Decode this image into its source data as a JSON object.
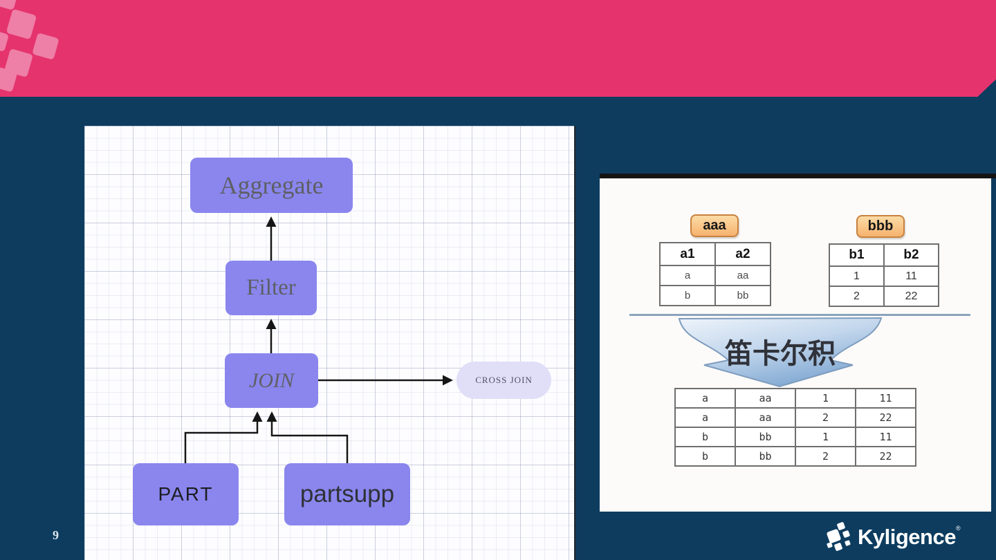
{
  "slide": {
    "page_number": "9",
    "brand": {
      "name": "Kyligence",
      "trademark": "®"
    }
  },
  "flowchart": {
    "nodes": {
      "aggregate": "Aggregate",
      "filter": "Filter",
      "join": "JOIN",
      "part": "PART",
      "partsupp": "partsupp",
      "cross_join": "CROSS JOIN"
    },
    "edges": [
      "filter->aggregate",
      "join->filter",
      "join->cross_join",
      "part->join",
      "partsupp->join"
    ]
  },
  "illustration": {
    "table_a": {
      "title": "aaa",
      "headers": [
        "a1",
        "a2"
      ],
      "rows": [
        [
          "a",
          "aa"
        ],
        [
          "b",
          "bb"
        ]
      ]
    },
    "table_b": {
      "title": "bbb",
      "headers": [
        "b1",
        "b2"
      ],
      "rows": [
        [
          "1",
          "11"
        ],
        [
          "2",
          "22"
        ]
      ]
    },
    "operation_label": "笛卡尔积",
    "result_table": {
      "rows": [
        [
          "a",
          "aa",
          "1",
          "11"
        ],
        [
          "a",
          "aa",
          "2",
          "22"
        ],
        [
          "b",
          "bb",
          "1",
          "11"
        ],
        [
          "b",
          "bb",
          "2",
          "22"
        ]
      ]
    }
  },
  "colors": {
    "banner_pink": "#e5336e",
    "banner_diamond_pink": "#ee7fa6",
    "background_navy": "#0d3c5f",
    "node_purple": "#8a86ee",
    "pill_lavender": "#e1def8",
    "tag_orange": "#f6b26e",
    "tag_border": "#c9813f",
    "funnel_blue_light": "#e9f1fa",
    "funnel_blue_dark": "#7fa7d2",
    "table_border_gray": "#6e6e6e"
  }
}
